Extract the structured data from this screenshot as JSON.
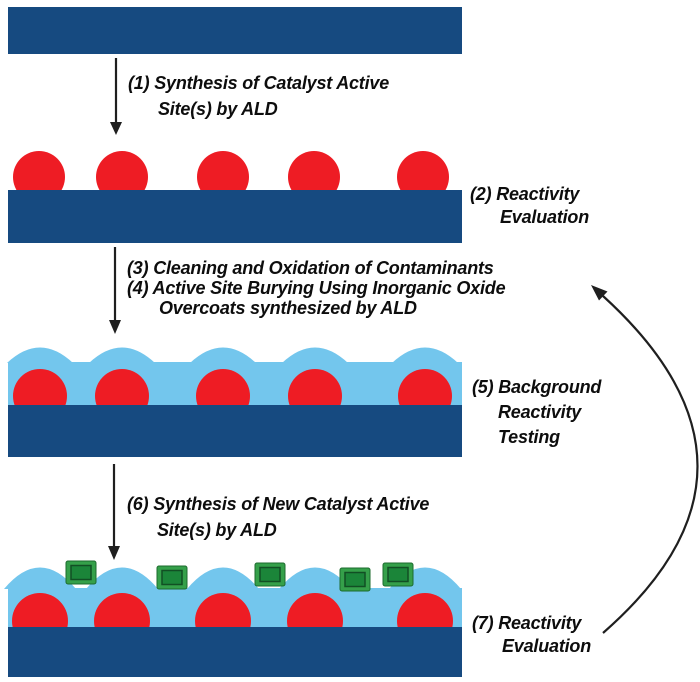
{
  "figure": {
    "title": "ALD catalyst active-site synthesis and overcoating cycle",
    "active_sites_per_row": 5,
    "new_active_sites": 5
  },
  "colors": {
    "substrate": "#164a80",
    "catalyst": "#ee1c24",
    "overcoat": "#73c6ed",
    "new_site_frame": "#35a04a",
    "new_site_fill": "#1b8539",
    "arrow": "#1f1f1f",
    "background": "#ffffff",
    "text": "#0d0d0d"
  },
  "steps": {
    "step1": {
      "line1": "(1) Synthesis of Catalyst Active",
      "line2": "Site(s) by ALD"
    },
    "step2": {
      "line1": "(2) Reactivity",
      "line2": "Evaluation"
    },
    "step3": {
      "line1": "(3) Cleaning and Oxidation of Contaminants"
    },
    "step4": {
      "line1": "(4) Active Site Burying Using Inorganic Oxide",
      "line2": "Overcoats synthesized by ALD"
    },
    "step5": {
      "line1": "(5) Background",
      "line2": "Reactivity",
      "line3": "Testing"
    },
    "step6": {
      "line1": "(6) Synthesis of New Catalyst Active",
      "line2": "Site(s) by ALD"
    },
    "step7": {
      "line1": "(7) Reactivity",
      "line2": "Evaluation"
    }
  }
}
